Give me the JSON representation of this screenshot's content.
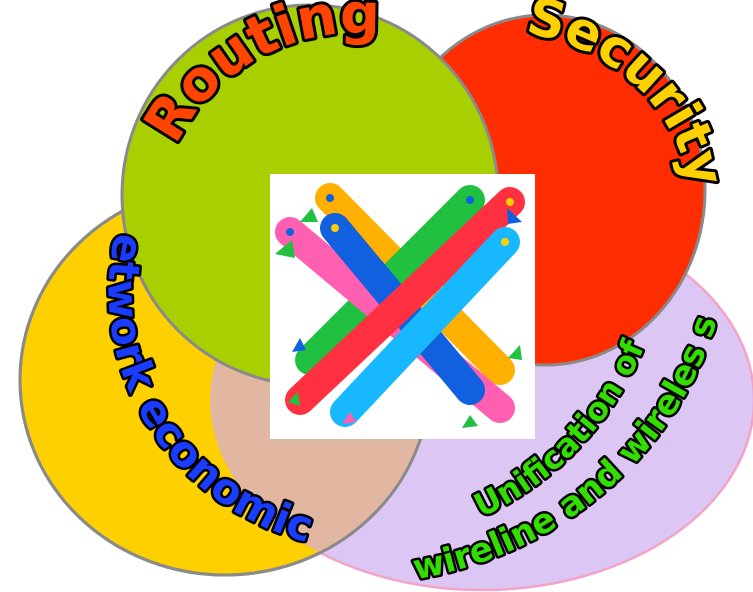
{
  "colors": {
    "wireless": "#dcc6f4",
    "wireless_stroke": "#f4a3c8",
    "economics": "#ffd000",
    "routing": "#a8d000",
    "security": "#ff2d00",
    "circle_stroke": "#8a8a8a",
    "overlap_econ_wireless": "#e2b7a2",
    "text_stroke": "#000000",
    "routing_text": "#ff4400",
    "security_text": "#ffd000",
    "economics_text": "#1a3cff",
    "wireless_text": "#33dd00"
  },
  "labels": {
    "routing": "Routing",
    "security": "Security",
    "economics": "network economics",
    "wireless_line1": "Unification of",
    "wireless_line2": "wireline and wireles s"
  },
  "logo": {
    "bar_colors": [
      "#ffb000",
      "#20c040",
      "#ff5fb0",
      "#1060e0",
      "#ff3040",
      "#18b8ff"
    ],
    "head_colors": [
      "#ffd000",
      "#20c040",
      "#1060e0",
      "#ff5fb0",
      "#18b8ff"
    ]
  }
}
